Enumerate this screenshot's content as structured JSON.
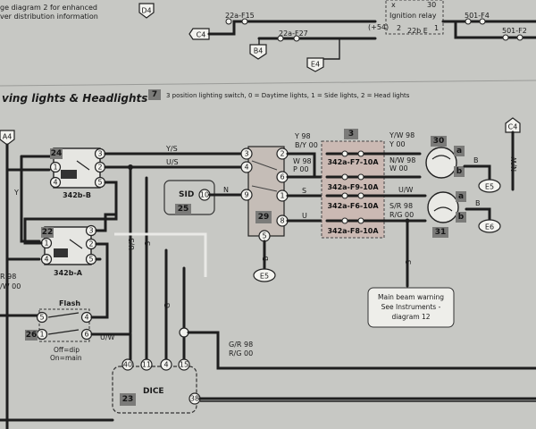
{
  "header": {
    "note_line1": "ge diagram 2 for enhanced",
    "note_line2": "ver distribution information",
    "box_d4": "D4",
    "box_c4": "C4",
    "box_b4": "B4",
    "box_e4": "E4",
    "fuse_22a_f15": "22a-F15",
    "fuse_22a_f27": "22a-F27",
    "plus54": "(+54)",
    "relay_x": "x",
    "relay_30": "30",
    "ignition_relay": "Ignition relay",
    "relay_2": "2",
    "relay_22b_e": "22b E",
    "relay_1": "1",
    "fuse_501_f4": "501-F4",
    "fuse_501_f2": "501-F2"
  },
  "section": {
    "title": "ving lights & Headlights",
    "number": "7",
    "description": "3 position lighting switch, 0 = Daytime lights, 1 = Side lights, 2 = Head lights"
  },
  "connectors": {
    "a4": "A4",
    "c4": "C4"
  },
  "relays": {
    "r24": {
      "number": "24",
      "name": "342b-B",
      "pins": [
        "3",
        "1",
        "2",
        "4",
        "5"
      ]
    },
    "r22": {
      "number": "22",
      "name": "342b-A",
      "pins": [
        "3",
        "1",
        "2",
        "4",
        "5"
      ]
    }
  },
  "flash": {
    "number": "26",
    "title": "Flash",
    "pins": [
      "5",
      "4",
      "1",
      "6"
    ],
    "legend_off": "Off=dip",
    "legend_on": "On=main"
  },
  "sid": {
    "label": "SID",
    "number": "25",
    "pin": "10"
  },
  "switch": {
    "number": "29",
    "pins_left": [
      "3",
      "4",
      "9"
    ],
    "pins_right": [
      "2",
      "6",
      "1",
      "8"
    ],
    "pin_bottom": "5"
  },
  "fuse_block": {
    "number": "3",
    "fuses": [
      "342a-F7-10A",
      "342a-F9-10A",
      "342a-F6-10A",
      "342a-F8-10A"
    ]
  },
  "lamps": {
    "lamp30": "30",
    "lamp31": "31",
    "a": "a",
    "b": "b"
  },
  "grounds": {
    "e5a": "E5",
    "e5b": "E5",
    "e6": "E6"
  },
  "dice": {
    "label": "DICE",
    "number": "23",
    "pins": [
      "40",
      "11",
      "4",
      "15",
      "38"
    ]
  },
  "wire_labels": {
    "ys": "Y/S",
    "us": "U/S",
    "y": "Y",
    "n": "N",
    "s1": "S",
    "u1": "U",
    "y98": "Y 98",
    "by00": "B/Y 00",
    "w98": "W 98",
    "p00": "P 00",
    "yw98": "Y/W 98",
    "y00": "Y 00",
    "nw98": "N/W 98",
    "w00": "W 00",
    "uw1": "U/W",
    "sr98": "S/R 98",
    "rg00": "R/G 00",
    "b1": "B",
    "b2": "B",
    "b3": "B",
    "nw_vert": "N/W",
    "us_vert": "U/S",
    "s_vert": "S",
    "g_vert": "G",
    "s_main": "S",
    "r98": "R 98",
    "w00_left": "/W 00",
    "y_relay": "Y",
    "uw2": "U/W",
    "gr98": "G/R 98",
    "rg00b": "R/G 00"
  },
  "callout": {
    "line1": "Main beam warning",
    "line2": "See Instruments -",
    "line3": "diagram 12"
  }
}
